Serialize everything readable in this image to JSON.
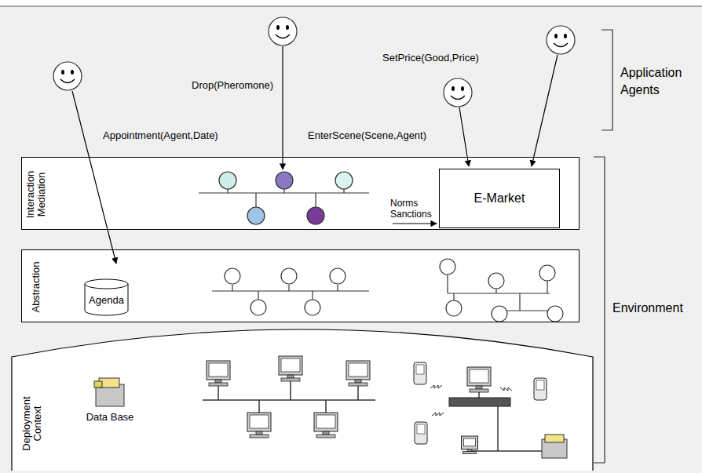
{
  "diagram": {
    "nodes": [
      {
        "text": [
          "Interaction Mediation"
        ]
      },
      {
        "text": [
          "E-Market"
        ],
        "in": 0
      },
      {
        "text": [
          "Abstraction"
        ]
      },
      {
        "text": [
          "Agenda"
        ],
        "in": 2
      },
      {
        "text": [
          "Deployment Context"
        ]
      },
      {
        "text": [
          "Data Base"
        ],
        "in": 4
      }
    ],
    "labels": [
      "Appointment(Agent,Date)",
      "Drop(Pheromone)",
      "SetPrice(Good,Price)",
      "EnterScene(Scene,Agent)",
      "Norms Sanctions",
      "Application Agents",
      "Environment"
    ]
  }
}
